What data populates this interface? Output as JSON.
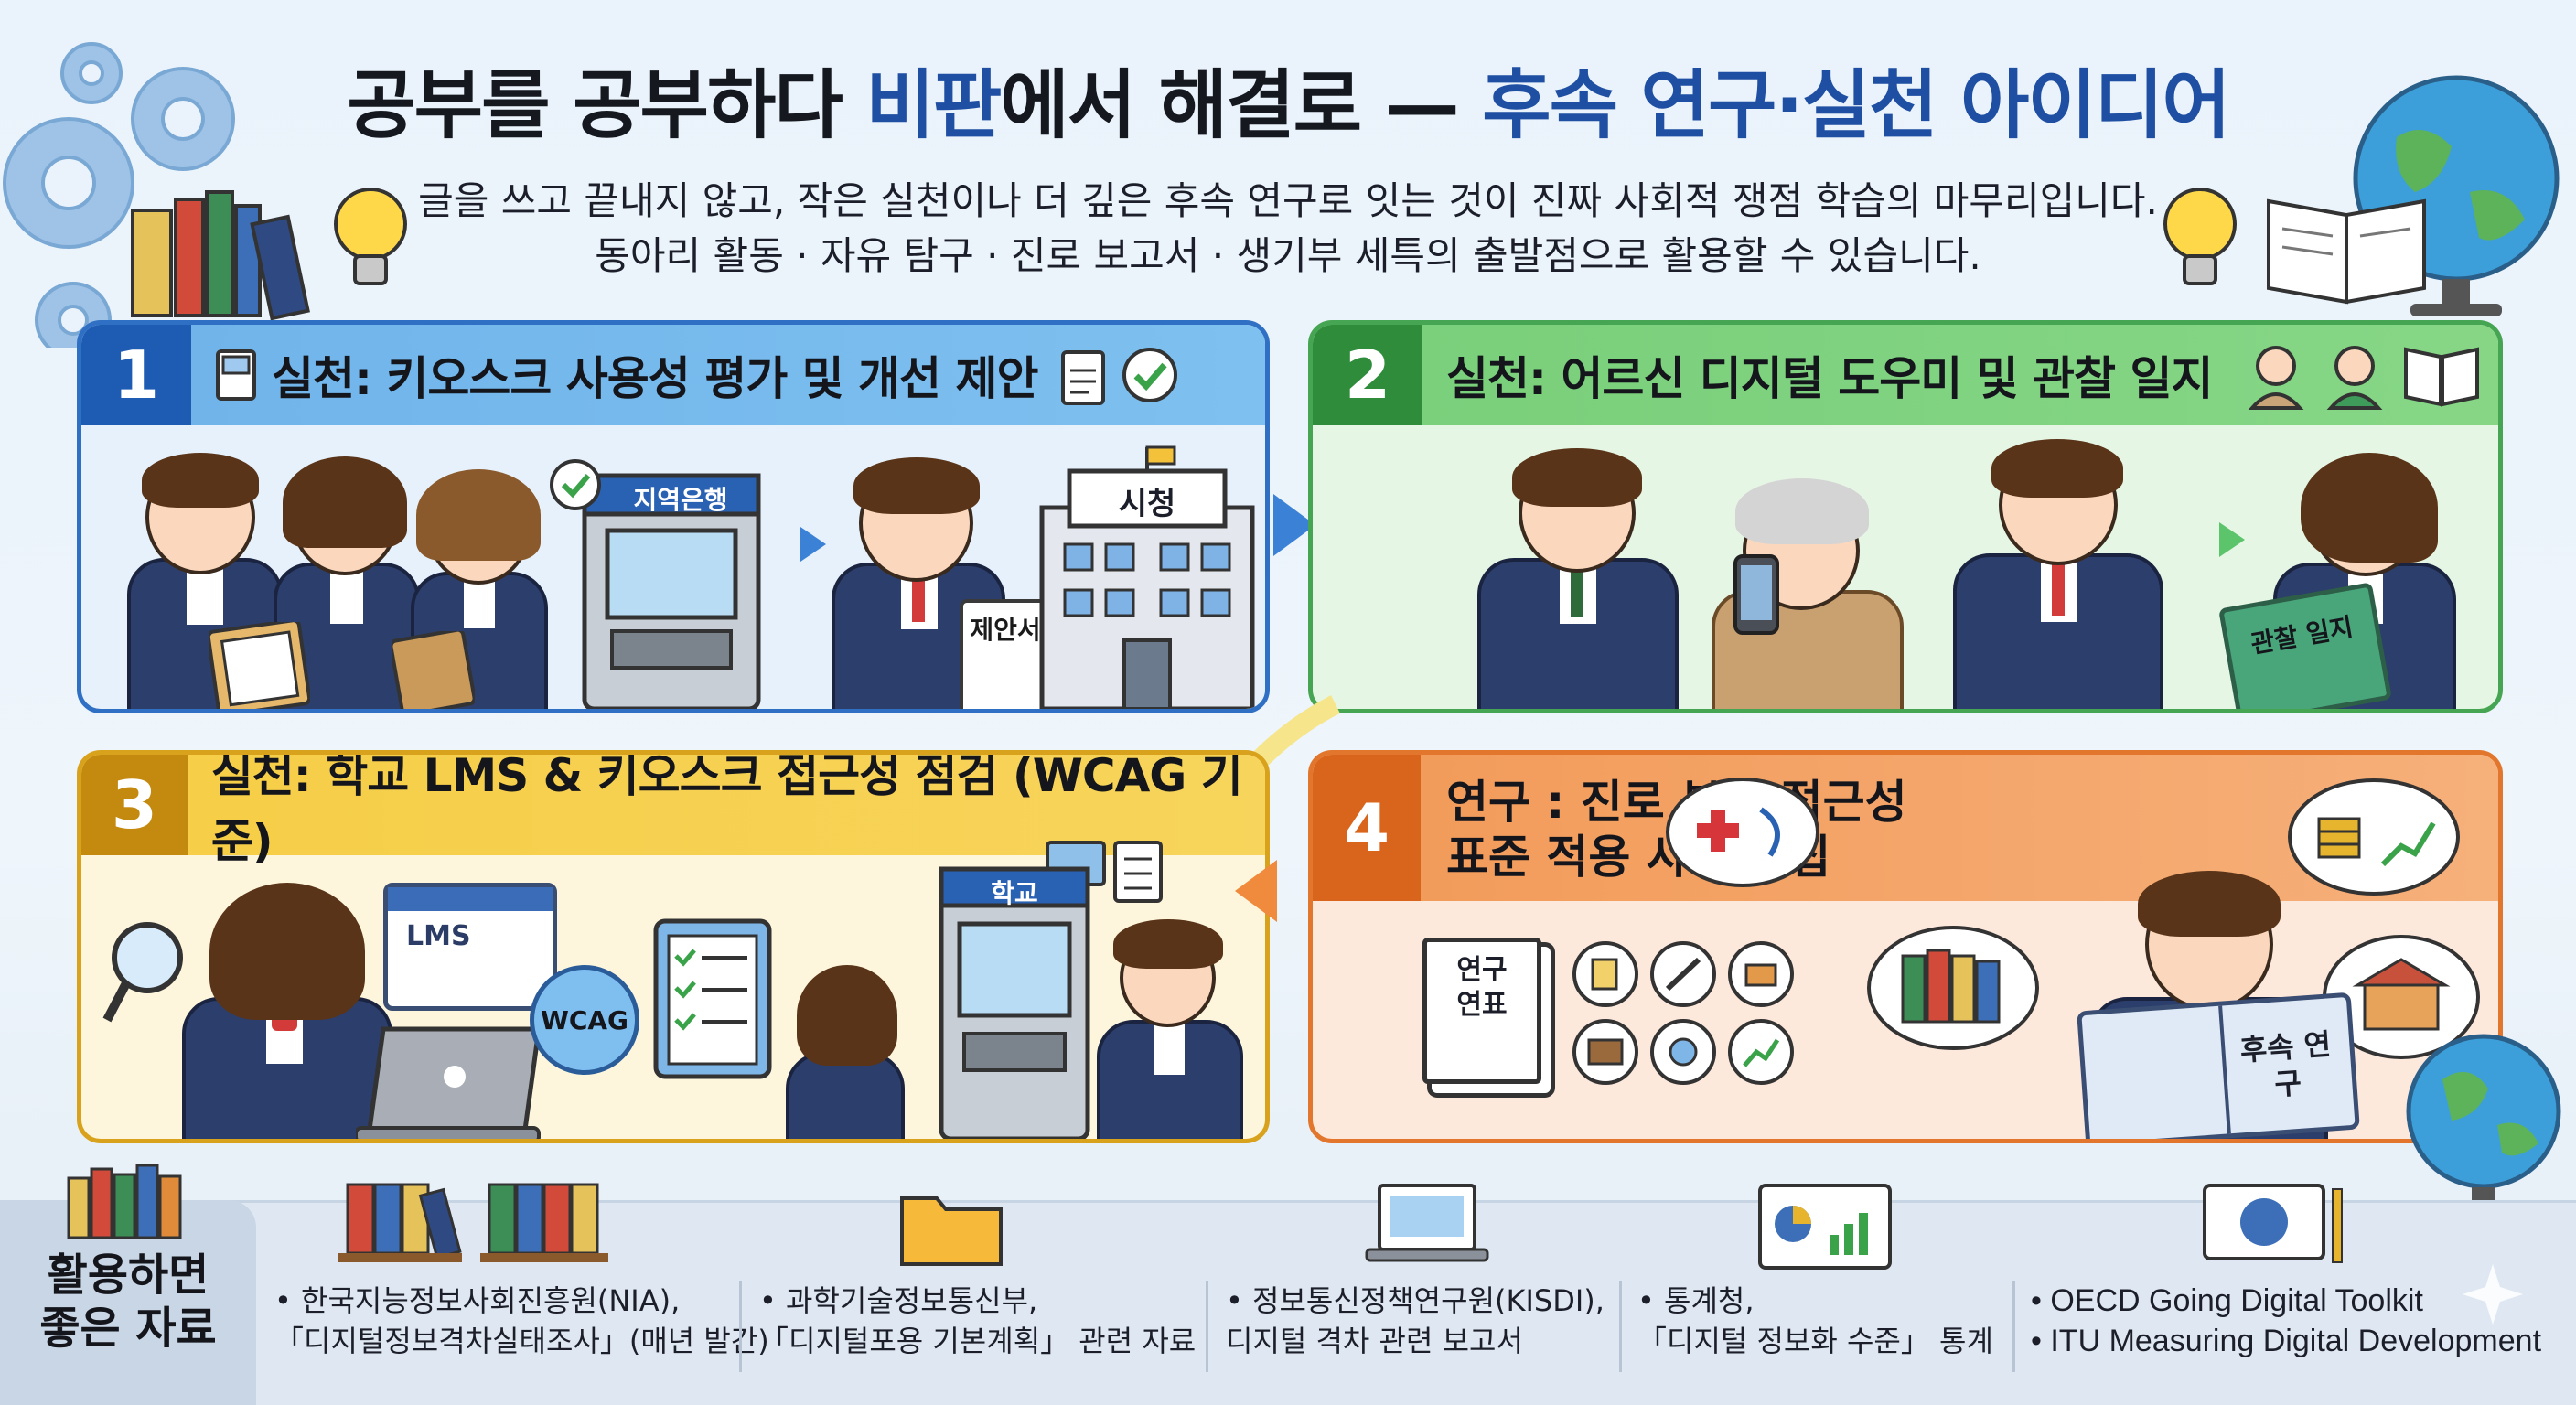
{
  "header": {
    "title_part1": "공부를 공부하다 ",
    "title_part2": "비판",
    "title_part3": "에서 해결로 — ",
    "title_part4": "후속 연구·실천 아이디어",
    "subtitle_line1": "글을 쓰고 끝내지 않고, 작은 실천이나 더 깊은 후속 연구로 잇는 것이 진짜 사회적 쟁점 학습의 마무리입니다.",
    "subtitle_line2": "동아리 활동 · 자유 탐구 · 진로 보고서 · 생기부 세특의 출발점으로 활용할 수 있습니다."
  },
  "panels": [
    {
      "number": "1",
      "title": "실천: 키오스크 사용성 평가 및 개선 제안",
      "labels": {
        "atm": "지역은행",
        "cityhall": "시청",
        "proposal": "제안서"
      }
    },
    {
      "number": "2",
      "title": "실천: 어르신 디지털 도우미 및 관찰 일지",
      "labels": {
        "journal": "관찰 일지"
      }
    },
    {
      "number": "3",
      "title": "실천: 학교 LMS & 키오스크 접근성 점검 (WCAG 기준)",
      "labels": {
        "lms": "LMS",
        "wcag": "WCAG",
        "school": "학교"
      }
    },
    {
      "number": "4",
      "title_line1": "연구 : 진로 분야 접근성",
      "title_line2": "표준 적용 사례 수집",
      "labels": {
        "yearbook": "연구 연표",
        "followup": "후속 연구"
      }
    }
  ],
  "resources": {
    "label": "활용하면 좋은 자료",
    "items": [
      {
        "line1": "• 한국지능정보사회진흥원(NIA),",
        "line2": "「디지털정보격차실태조사」(매년 발간)"
      },
      {
        "line1": "• 과학기술정보통신부,",
        "line2": "「디지털포용 기본계획」 관련 자료"
      },
      {
        "line1": "• 정보통신정책연구원(KISDI),",
        "line2": "디지털 격차 관련 보고서"
      },
      {
        "line1": "• 통계청,",
        "line2": "「디지털 정보화 수준」 통계"
      },
      {
        "line1": "• OECD Going Digital Toolkit",
        "line2": "• ITU Measuring Digital Development"
      }
    ]
  },
  "colors": {
    "panel1": "#2f6fc4",
    "panel2": "#46a552",
    "panel3": "#d9a21c",
    "panel4": "#e2762c",
    "title_accent": "#1f4fa3"
  }
}
